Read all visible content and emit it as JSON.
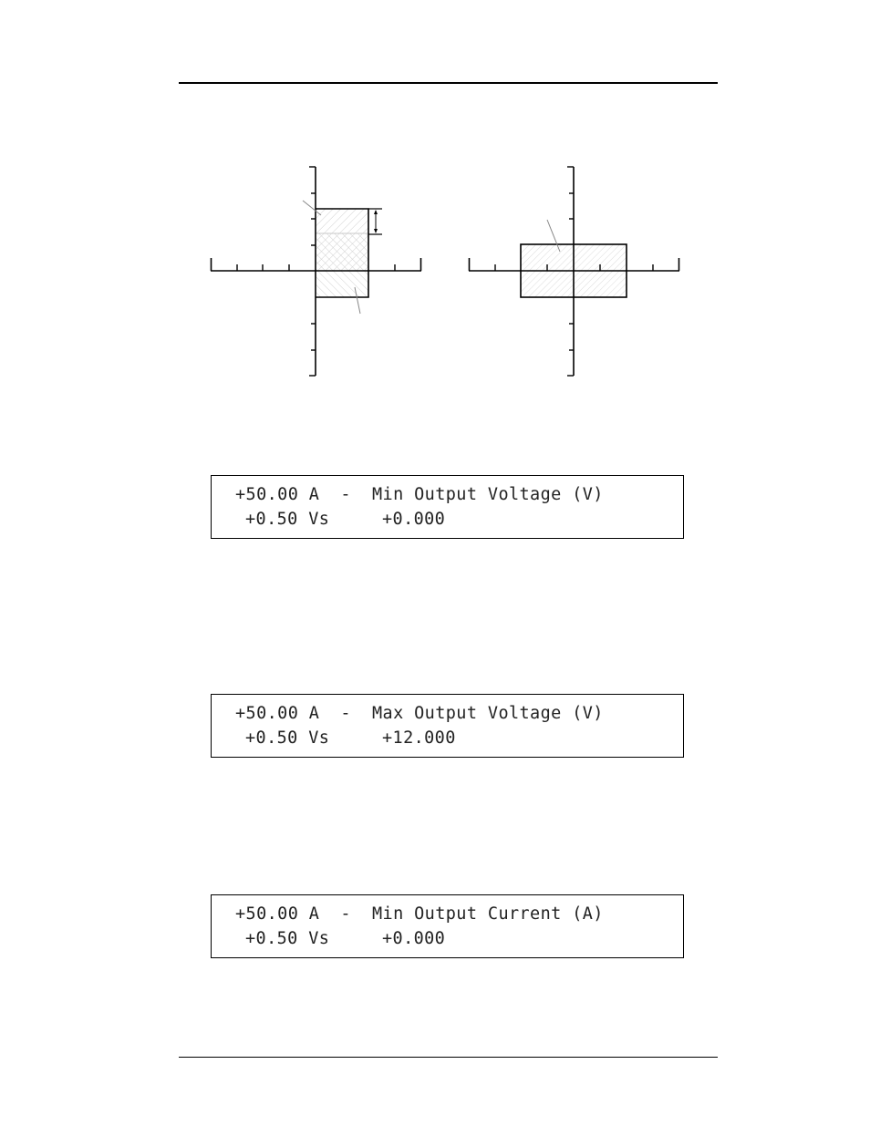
{
  "page": {
    "header_rule": true,
    "footer_rule": true
  },
  "figures": {
    "left_diagram": {
      "description": "Quadrant plot with rectangular operating region spanning quadrants I and IV; hatched upper band with dimension arrow and two leader lines",
      "axis_color": "#000000",
      "hatch_color": "#cccccc",
      "leader_color": "#888888"
    },
    "right_diagram": {
      "description": "Quadrant plot with rectangular operating region centered on origin spanning all four quadrants; single leader line",
      "axis_color": "#000000",
      "hatch_color": "#d0d0d0",
      "leader_color": "#888888"
    }
  },
  "displays": [
    {
      "line1": "+50.00 A  -  Min Output Voltage (V)",
      "line2": "+0.50 Vs     +0.000"
    },
    {
      "line1": "+50.00 A  -  Max Output Voltage (V)",
      "line2": "+0.50 Vs     +12.000"
    },
    {
      "line1": "+50.00 A  -  Min Output Current (A)",
      "line2": "+0.50 Vs     +0.000"
    }
  ]
}
